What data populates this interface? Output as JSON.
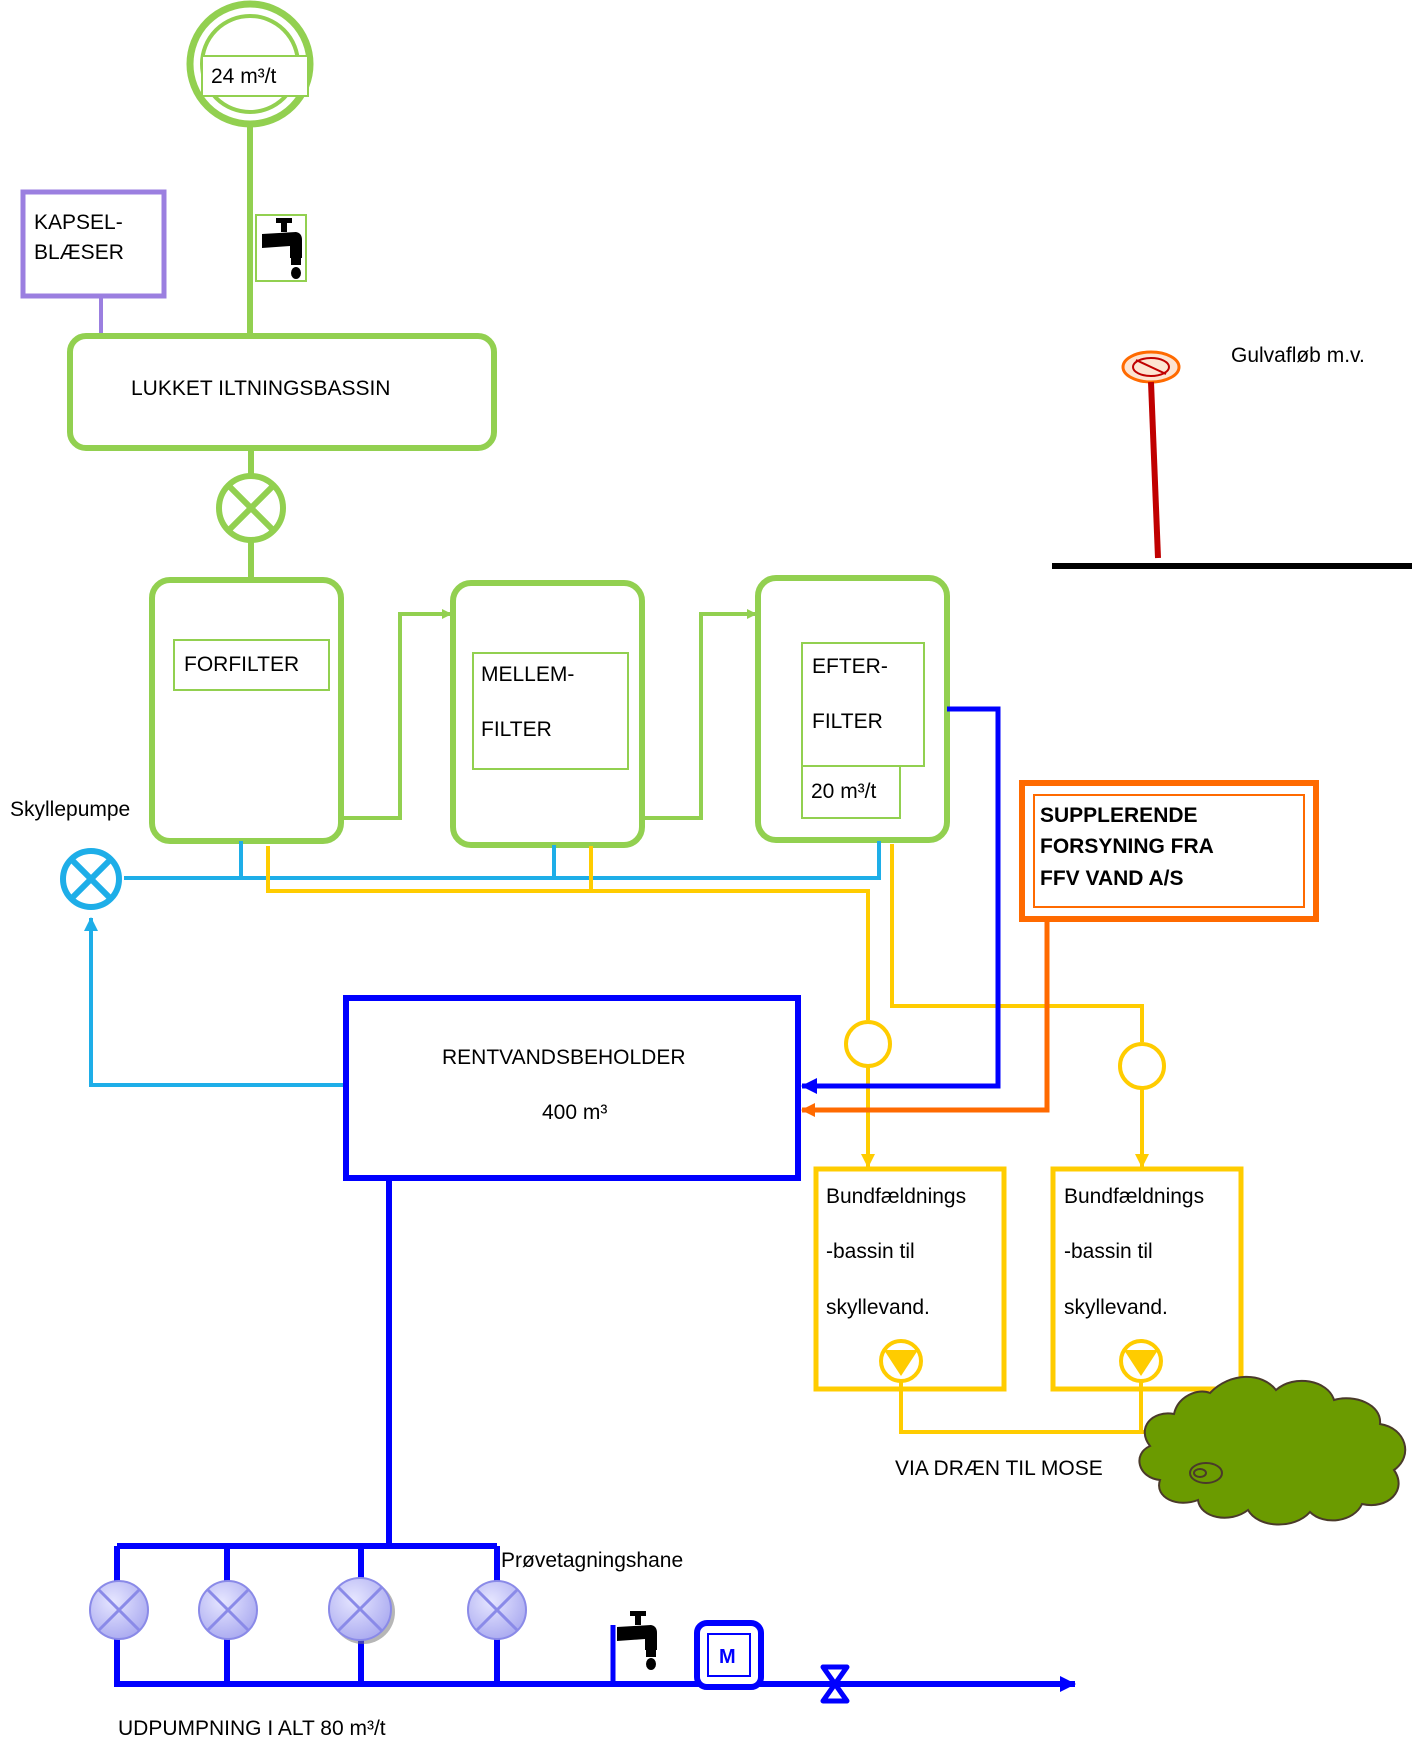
{
  "colors": {
    "green": "#92d050",
    "blue": "#0000ff",
    "lightblue": "#1eaee8",
    "yellow": "#ffcc00",
    "orange": "#ff6a00",
    "purple": "#9b7fe0",
    "red": "#c00000",
    "marsh": "#6b9b00",
    "pumpfill": "#c4c4fb"
  },
  "labels": {
    "inflow": "24 m³/t",
    "blower": [
      "KAPSEL-",
      "BLÆSER"
    ],
    "aeration": "LUKKET ILTNINGSBASSIN",
    "prefilter": "FORFILTER",
    "midfilter": [
      "MELLEM-",
      "FILTER"
    ],
    "afterfilter": [
      "EFTER-",
      "FILTER"
    ],
    "afterfilter_rate": "20 m³/t",
    "rinse_pump": "Skyllepumpe",
    "supply": [
      "SUPPLERENDE",
      "FORSYNING FRA",
      "FFV VAND A/S"
    ],
    "reservoir": "RENTVANDSBEHOLDER",
    "reservoir_volume": "400 m³",
    "basin1": [
      "Bundfældnings",
      "-bassin til",
      "skyllevand."
    ],
    "basin2": [
      "Bundfældnings",
      "-bassin til",
      "skyllevand."
    ],
    "drain": "VIA DRÆN TIL MOSE",
    "floor_drain": "Gulvafløb  m.v.",
    "sampling_tap": "Prøvetagningshane",
    "meter": "M",
    "output": "UDPUMPNING I ALT 80 m³/t"
  }
}
